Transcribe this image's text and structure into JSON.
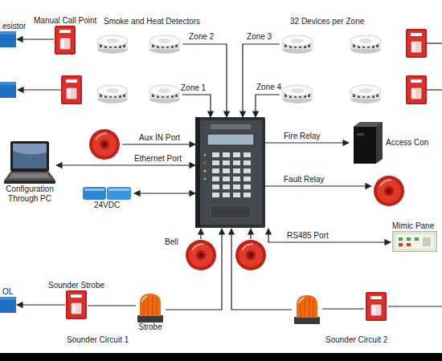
{
  "diagram": {
    "nodes": [
      {
        "text": [
          "esistor"
        ]
      },
      {
        "text": [
          "Manual Call Point"
        ]
      },
      {
        "text": [
          "Configuration Through PC"
        ]
      },
      {
        "text": [
          "24VDC"
        ]
      },
      {
        "text": [
          "Access Con"
        ]
      },
      {
        "text": [
          "Mimic Pane"
        ]
      },
      {
        "text": [
          "OL"
        ]
      },
      {
        "text": [
          "Sounder Strobe"
        ]
      },
      {
        "text": [
          "Strobe"
        ]
      }
    ],
    "edges": [
      {
        "from": 1,
        "to": 0,
        "arrow": "to"
      },
      {
        "from": 7,
        "to": 6,
        "arrow": "to"
      },
      {
        "from": 8,
        "to": 7,
        "arrow": "none"
      }
    ],
    "labels": [
      "Smoke and Heat Detectors",
      "Zone 2",
      "32 Devices per Zone",
      "Zone 3",
      "Zone 1",
      "Zone 4",
      "Aux IN Port",
      "Ethernet Port",
      "Fire Relay",
      "Fault Relay",
      "RS485 Port",
      "Bell",
      "Sounder Circuit 1",
      "Sounder Circuit 2"
    ]
  }
}
